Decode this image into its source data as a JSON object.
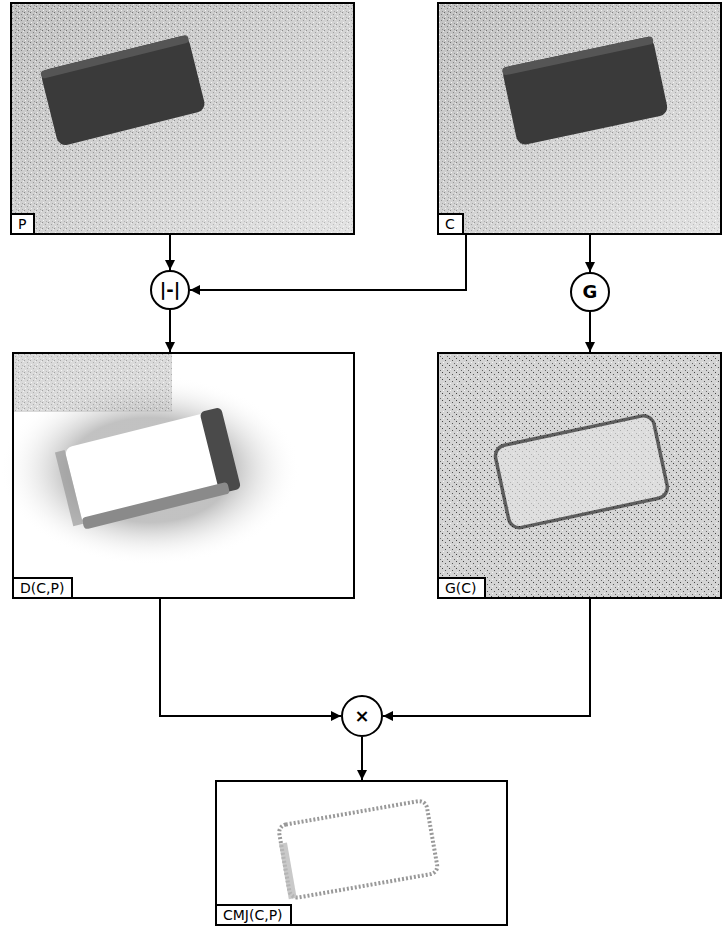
{
  "diagram": {
    "nodes": [
      {
        "text": [
          "P"
        ]
      },
      {
        "text": [
          "C"
        ]
      },
      {
        "text": [
          "|-|"
        ]
      },
      {
        "text": [
          "G"
        ]
      },
      {
        "text": [
          "D(C,P)"
        ]
      },
      {
        "text": [
          "G(C)"
        ]
      },
      {
        "text": [
          "×"
        ]
      },
      {
        "text": [
          "CMJ(C,P)"
        ]
      }
    ],
    "edges": [
      {
        "from": 0,
        "to": 2,
        "arrow": "to"
      },
      {
        "from": 1,
        "to": 2,
        "arrow": "to"
      },
      {
        "from": 1,
        "to": 3,
        "arrow": "to"
      },
      {
        "from": 2,
        "to": 4,
        "arrow": "to"
      },
      {
        "from": 3,
        "to": 5,
        "arrow": "to"
      },
      {
        "from": 4,
        "to": 6,
        "arrow": "to"
      },
      {
        "from": 5,
        "to": 6,
        "arrow": "to"
      },
      {
        "from": 6,
        "to": 7,
        "arrow": "to"
      }
    ]
  }
}
